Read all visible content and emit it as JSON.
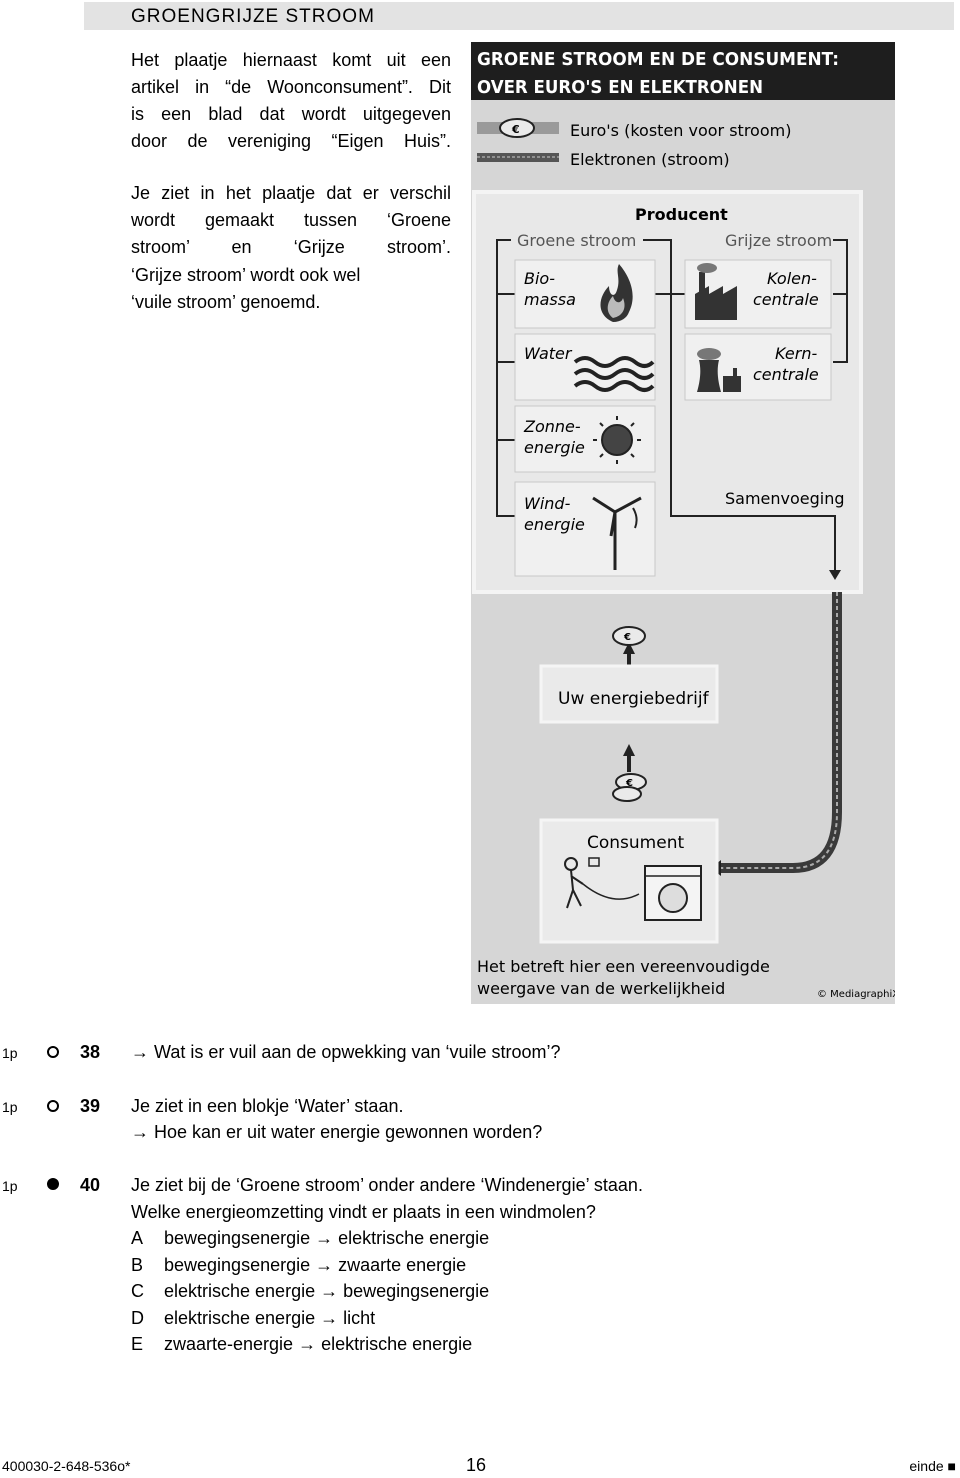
{
  "section": {
    "title": "GROENGRIJZE STROOM"
  },
  "intro": {
    "p1": [
      "Het plaatje hiernaast komt uit een",
      "artikel in “de Woonconsument”. Dit",
      "is een blad dat wordt uitgegeven",
      "door de vereniging “Eigen Huis”."
    ],
    "p2": [
      "Je ziet in het plaatje dat er verschil",
      "wordt gemaakt tussen ‘Groene",
      "stroom’ en ‘Grijze stroom’."
    ],
    "p3": [
      "‘Grijze stroom’ wordt ook wel",
      "‘vuile stroom’ genoemd."
    ]
  },
  "figure": {
    "title_line1": "GROENE STROOM EN DE CONSUMENT:",
    "title_line2": "OVER EURO'S EN ELEKTRONEN",
    "legend_euro": "Euro's (kosten voor stroom)",
    "legend_electrons": "Elektronen (stroom)",
    "producer": "Producent",
    "green": "Groene stroom",
    "grey": "Grijze stroom",
    "bio1": "Bio-",
    "bio2": "massa",
    "water": "Water",
    "sun1": "Zonne-",
    "sun2": "energie",
    "wind1": "Wind-",
    "wind2": "energie",
    "coal1": "Kolen-",
    "coal2": "centrale",
    "nuc1": "Kern-",
    "nuc2": "centrale",
    "merge": "Samenvoeging",
    "company": "Uw energiebedrijf",
    "consumer": "Consument",
    "note1": "Het betreft hier een vereenvoudigde",
    "note2": "weergave van de werkelijkheid",
    "credit": "© MediagraphiX",
    "colors": {
      "header_bg": "#1e1e1e",
      "panel_bg": "#d6d6d6",
      "box_bg": "#e4e4e4",
      "flow_line": "#3a3a3a"
    },
    "icons": [
      "euro-coin-icon",
      "flame-icon",
      "waves-icon",
      "sun-icon",
      "wind-turbine-icon",
      "factory-icon",
      "nuclear-plant-icon",
      "washing-machine-icon",
      "person-icon"
    ]
  },
  "questions": [
    {
      "points": "1p",
      "number": "38",
      "lines": [
        "→ Wat is er vuil aan de opwekking van ‘vuile stroom’?"
      ]
    },
    {
      "points": "1p",
      "number": "39",
      "lines": [
        "Je ziet in een blokje ‘Water’ staan.",
        "→ Hoe kan er uit water energie gewonnen worden?"
      ]
    },
    {
      "points": "1p",
      "number": "40",
      "lines": [
        "Je ziet bij de ‘Groene stroom’ onder andere ‘Windenergie’ staan.",
        "Welke energieomzetting vindt er plaats in een windmolen?"
      ],
      "options": [
        {
          "letter": "A",
          "text": "bewegingsenergie → elektrische energie"
        },
        {
          "letter": "B",
          "text": "bewegingsenergie → zwaarte energie"
        },
        {
          "letter": "C",
          "text": "elektrische energie → bewegingsenergie"
        },
        {
          "letter": "D",
          "text": "elektrische energie → licht"
        },
        {
          "letter": "E",
          "text": "zwaarte-energie → elektrische energie"
        }
      ]
    }
  ],
  "footer": {
    "code": "400030-2-648-536o*",
    "page": "16",
    "end": "einde ■"
  }
}
